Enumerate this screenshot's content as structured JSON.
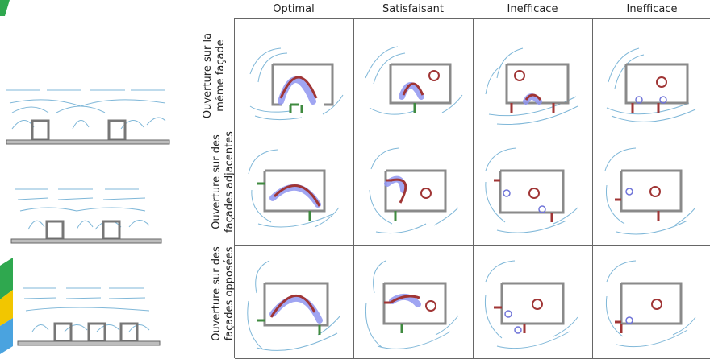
{
  "columns": [
    "Optimal",
    "Satisfaisant",
    "Inefficace",
    "Inefficace"
  ],
  "rows": [
    "Ouverture sur la même façade",
    "Ouverture sur des façades adjacentes",
    "Ouverture sur des façades opposées"
  ],
  "colors": {
    "wall": "#8a8a8a",
    "airflow": "#7fb7d8",
    "opening_green": "#3f8a3f",
    "opening_red": "#a03535",
    "internal_flow_blue": "#8f95f0",
    "logo_green": "#2fa84f",
    "logo_yellow": "#f2c600"
  }
}
